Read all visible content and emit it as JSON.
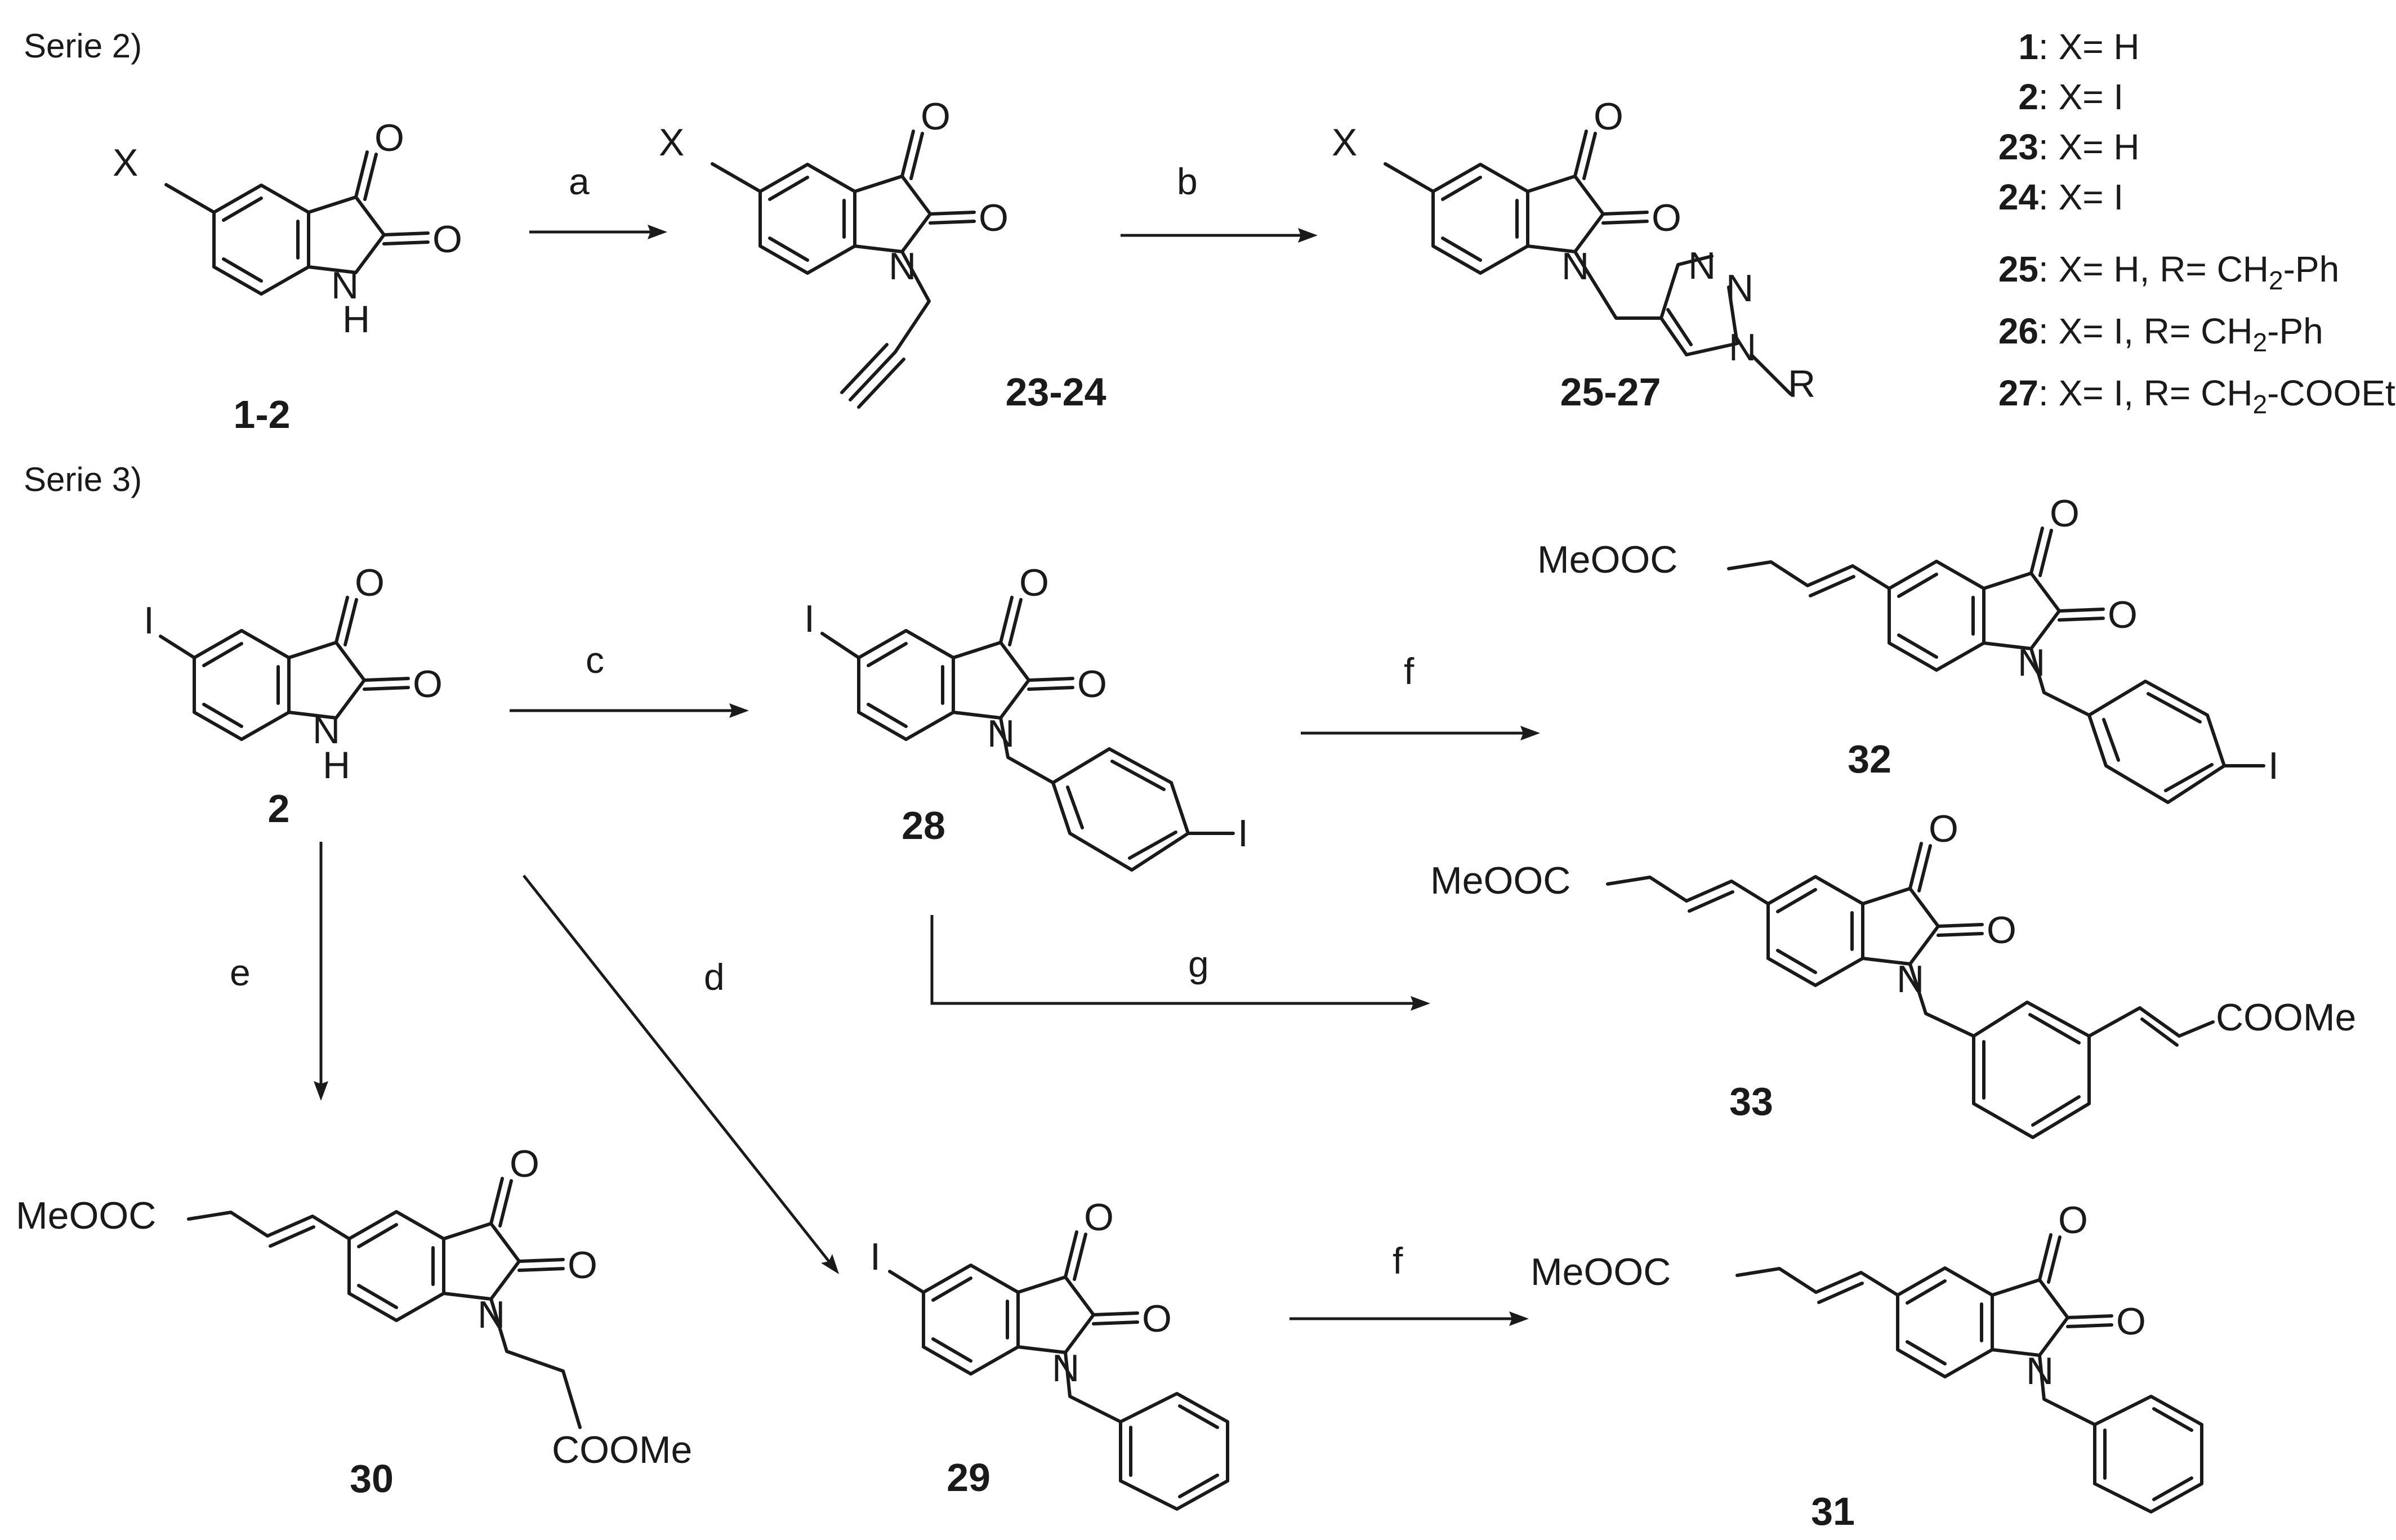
{
  "series2": {
    "title": "Serie 2)",
    "reagents": {
      "a": "a",
      "b": "b"
    },
    "compounds": {
      "c12": "1-2",
      "c2324": "23-24",
      "c2527": "25-27"
    },
    "atoms": {
      "X": "X",
      "O": "O",
      "N": "N",
      "NH": "NH",
      "H": "H",
      "R": "R"
    }
  },
  "series3": {
    "title": "Serie 3)",
    "reagents": {
      "c": "c",
      "d": "d",
      "e": "e",
      "f1": "f",
      "f2": "f",
      "g": "g"
    },
    "compounds": {
      "c2": "2",
      "c28": "28",
      "c29": "29",
      "c30": "30",
      "c31": "31",
      "c32": "32",
      "c33": "33"
    },
    "groups": {
      "I": "I",
      "MeOOC": "MeOOC",
      "COOMe": "COOMe"
    }
  },
  "legend": [
    {
      "num": "1",
      "text": ": X= H"
    },
    {
      "num": "2",
      "text": ": X= I"
    },
    {
      "num": "23",
      "text": ": X= H"
    },
    {
      "num": "24",
      "text": ": X= I"
    },
    {
      "num": "25",
      "text": ": X= H, R= CH",
      "sub": "2",
      "tail": "-Ph"
    },
    {
      "num": "26",
      "text": ": X= I, R= CH",
      "sub": "2",
      "tail": "-Ph"
    },
    {
      "num": "27",
      "text": ": X= I, R= CH",
      "sub": "2",
      "tail": "-COOEt"
    }
  ],
  "colors": {
    "ink": "#1a1a1a",
    "background": "#ffffff"
  }
}
